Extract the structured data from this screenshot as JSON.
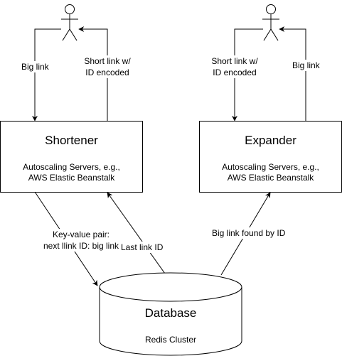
{
  "shortener": {
    "title": "Shortener",
    "subtitle_line1": "Autoscaling Servers, e.g.,",
    "subtitle_line2": "AWS Elastic Beanstalk"
  },
  "expander": {
    "title": "Expander",
    "subtitle_line1": "Autoscaling Servers, e.g.,",
    "subtitle_line2": "AWS Elastic Beanstalk"
  },
  "database": {
    "title": "Database",
    "subtitle": "Redis Cluster"
  },
  "labels": {
    "big_link_left": "Big link",
    "short_link_left_line1": "Short link w/",
    "short_link_left_line2": "ID encoded",
    "short_link_right_line1": "Short link w/",
    "short_link_right_line2": "ID encoded",
    "big_link_right": "Big link",
    "kv_line1": "Key-value pair:",
    "kv_line2": "next llink ID: big link",
    "last_link_id": "Last link ID",
    "big_link_found": "Big link found by ID"
  }
}
